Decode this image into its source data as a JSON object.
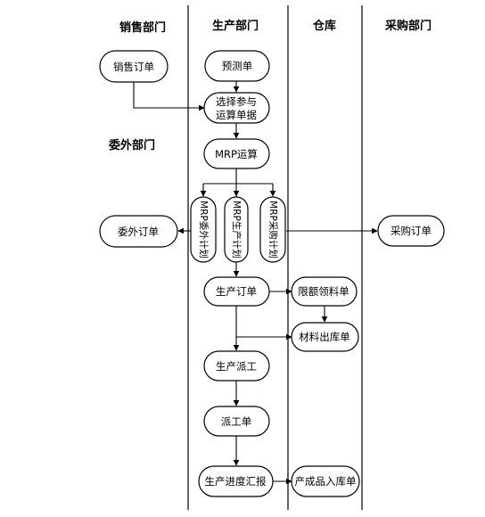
{
  "lanes": {
    "sales": "销售部门",
    "production": "生产部门",
    "warehouse": "仓库",
    "purchasing": "采购部门",
    "outsourcing": "委外部门"
  },
  "nodes": {
    "sales_order": "销售订单",
    "forecast": "预测单",
    "select_line1": "选择参与",
    "select_line2": "运算单据",
    "mrp_run": "MRP运算",
    "mrp_outsource_plan": "MRP委外计划",
    "mrp_production_plan": "MRP生产计划",
    "mrp_purchase_plan": "MRP采购计划",
    "outsource_order": "委外订单",
    "purchase_order": "采购订单",
    "production_order": "生产订单",
    "quota_picking": "限额领料单",
    "material_out": "材料出库单",
    "dispatch": "生产派工",
    "dispatch_order": "派工单",
    "progress_report": "生产进度汇报",
    "finished_in": "产成品入库单"
  }
}
